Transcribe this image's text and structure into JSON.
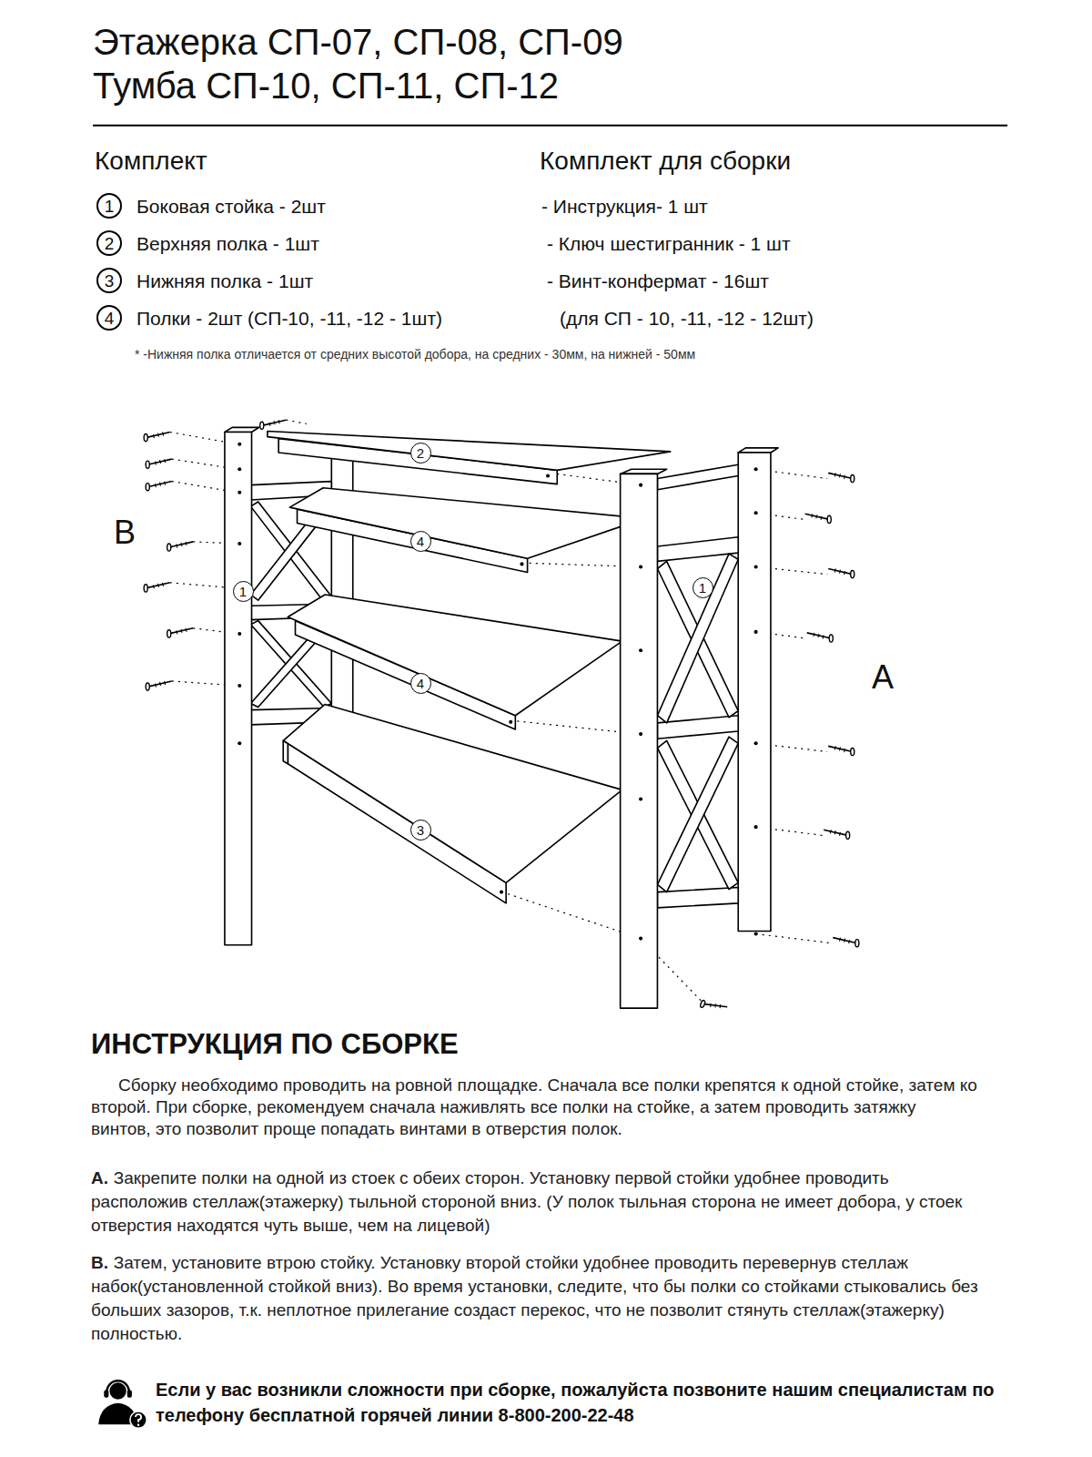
{
  "diagram": {
    "title": "Этажерка СП-07, СП-08, СП-09 Тумба СП-10, СП-11, СП-12",
    "nodes": [
      {
        "text": [
          "1"
        ]
      },
      {
        "text": [
          "2"
        ]
      },
      {
        "text": [
          "3"
        ]
      },
      {
        "text": [
          "4"
        ]
      },
      {
        "text": [
          "2"
        ]
      },
      {
        "text": [
          "4"
        ]
      },
      {
        "text": [
          "1"
        ]
      },
      {
        "text": [
          "1"
        ]
      },
      {
        "text": [
          "4"
        ]
      },
      {
        "text": [
          "3"
        ]
      }
    ],
    "labels": [
      "Комплект",
      "Боковая стойка - 2шт",
      "Верхняя полка - 1шт",
      "Нижняя полка - 1шт",
      "Полки - 2шт (СП-10, -11, -12 - 1шт)",
      "Комплект для сборки",
      "- Инструкция- 1 шт",
      "- Ключ шестигранник - 1 шт",
      "- Винт-конфермат - 16шт",
      "(для СП - 10, -11, -12 - 12шт)",
      "* -Нижняя полка отличается от средних высотой добора, на средних - 30мм, на нижней - 50мм",
      "B",
      "A",
      "ИНСТРУКЦИЯ ПО СБОРКЕ",
      "Сборку необходимо проводить на ровной площадке. Сначала все полки крепятся к одной стойке, затем ко второй. При сборке, рекомендуем сначала наживлять все полки на стойке, а затем проводить затяжку винтов, это позволит проще попадать винтами в отверстия полок.",
      "A.",
      "Закрепите полки на одной из стоек с обеих сторон. Установку первой стойки удобнее проводить расположив стеллаж(этажерку) тыльной стороной вниз. (У полок тыльная сторона не имеет добора, у стоек отверстия находятся чуть выше, чем на лицевой)",
      "B.",
      "Затем, установите втрою стойку. Установку второй стойки удобнее проводить перевернув стеллаж набок(установленной стойкой вниз). Во время установки, следите, что бы полки со стойками стыковались без больших зазоров, т.к. неплотное прилегание создаст перекос, что не позволит стянуть стеллаж(этажерку) полностью.",
      "Если у вас возникли сложности при сборке, пожалуйста позвоните нашим специалистам по телефону бесплатной горячей линии 8-800-200-22-48"
    ]
  }
}
